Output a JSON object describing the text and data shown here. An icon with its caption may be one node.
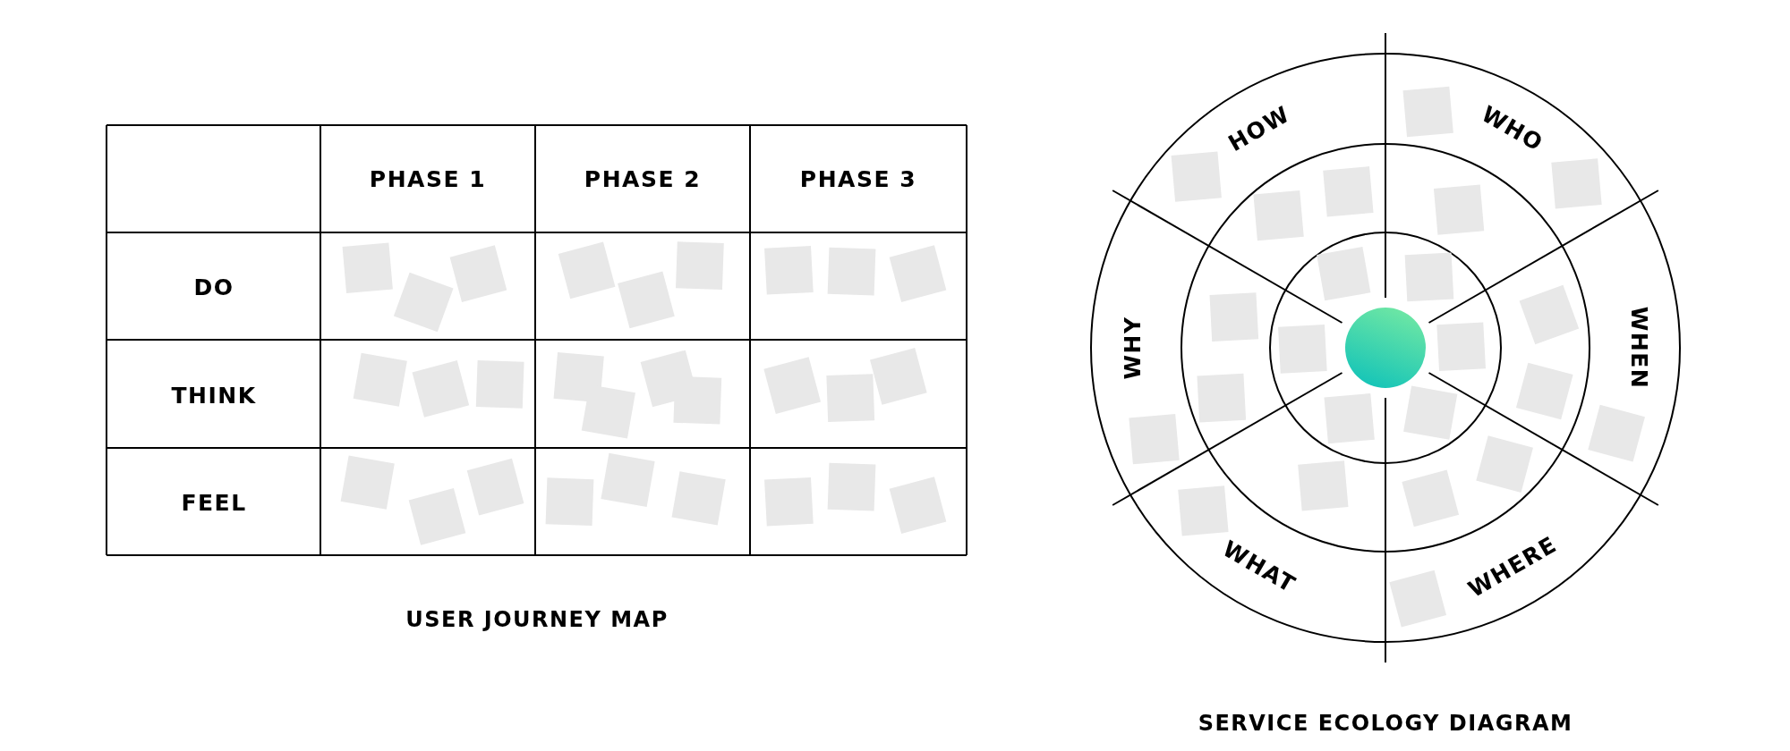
{
  "diagram": {
    "labels": [
      "PHASE 1",
      "PHASE 2",
      "PHASE 3",
      "DO",
      "THINK",
      "FEEL",
      "HOW",
      "WHO",
      "WHY",
      "WHEN",
      "WHAT",
      "WHERE",
      "USER JOURNEY MAP",
      "SERVICE ECOLOGY DIAGRAM"
    ]
  }
}
